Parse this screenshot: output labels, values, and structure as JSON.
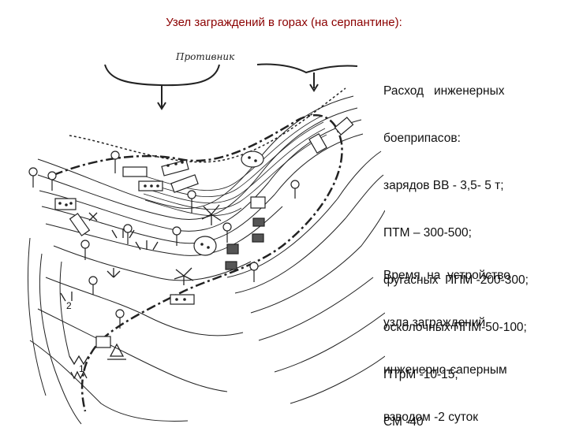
{
  "title": "Узел заграждений в горах (на серпантине):",
  "map": {
    "caption": "Противник",
    "labels": [
      "2",
      "1"
    ]
  },
  "consumption": {
    "lines": [
      "Расход   инженерных",
      "боеприпасов:",
      "зарядов ВВ - 3,5- 5 т;",
      "ПТМ – 300-500;",
      "фугасных  ППМ -200-300;",
      "осколочных ППМ-50-100;",
      "ПТрМ -10-15;",
      "СМ -40"
    ]
  },
  "time": {
    "lines": [
      "Время  на  устройство",
      "узла заграждений",
      "инженерно-саперным",
      "взводом -2 суток"
    ]
  },
  "colors": {
    "title": "#8b0000",
    "ink": "#111111"
  }
}
